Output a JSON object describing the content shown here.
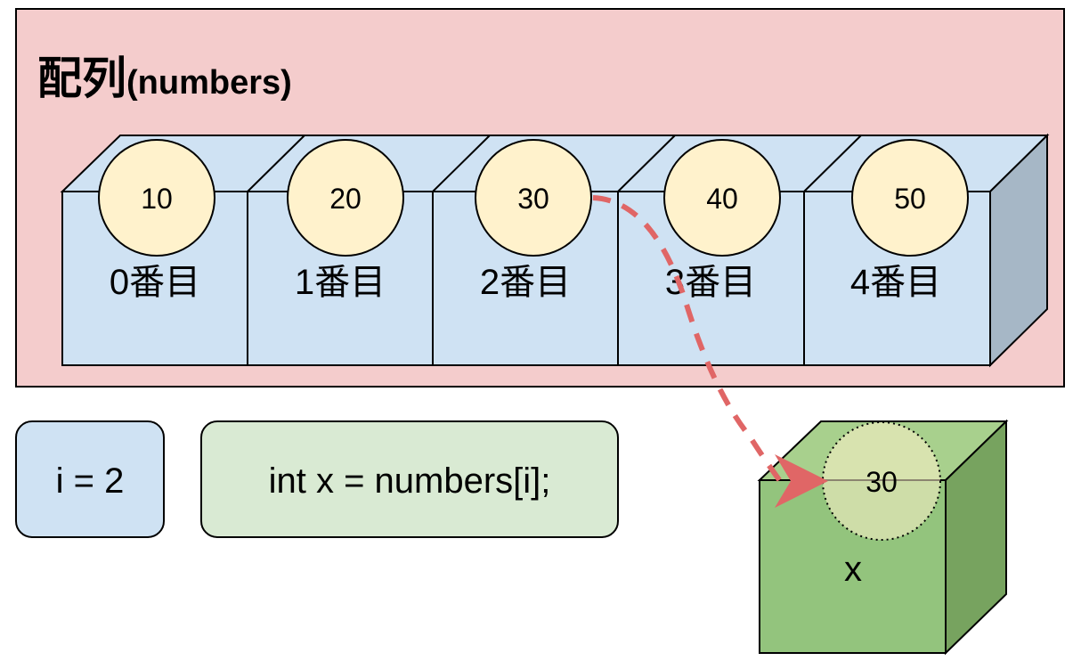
{
  "array": {
    "title": "配列",
    "name": "(numbers)",
    "cells": [
      {
        "value": "10",
        "label": "0番目"
      },
      {
        "value": "20",
        "label": "1番目"
      },
      {
        "value": "30",
        "label": "2番目"
      },
      {
        "value": "40",
        "label": "3番目"
      },
      {
        "value": "50",
        "label": "4番目"
      }
    ]
  },
  "index_box": {
    "text": "i = 2"
  },
  "code_box": {
    "text": "int x = numbers[i];"
  },
  "variable": {
    "value": "30",
    "label": "x"
  },
  "colors": {
    "array_bg": "#f4cccc",
    "cell_front": "#cfe2f3",
    "cell_side": "#a6b7c6",
    "ball": "#fff2cc",
    "code_bg": "#d9ead3",
    "cube_front": "#93c47d",
    "cube_top": "#a8d08d",
    "cube_side": "#77a35f",
    "arrow": "#e06666"
  }
}
